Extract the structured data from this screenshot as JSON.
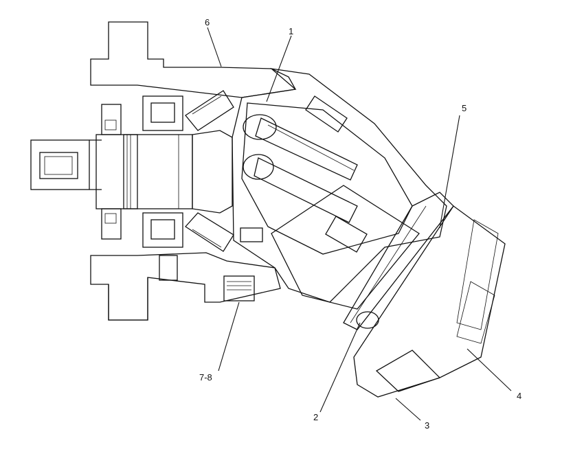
{
  "callouts": [
    {
      "id": "1",
      "label": "1"
    },
    {
      "id": "2",
      "label": "2"
    },
    {
      "id": "3",
      "label": "3"
    },
    {
      "id": "4",
      "label": "4"
    },
    {
      "id": "5",
      "label": "5"
    },
    {
      "id": "6",
      "label": "6"
    },
    {
      "id": "7-8",
      "label": "7-8"
    }
  ],
  "colors": {
    "ink": "#111111",
    "background": "#ffffff"
  }
}
